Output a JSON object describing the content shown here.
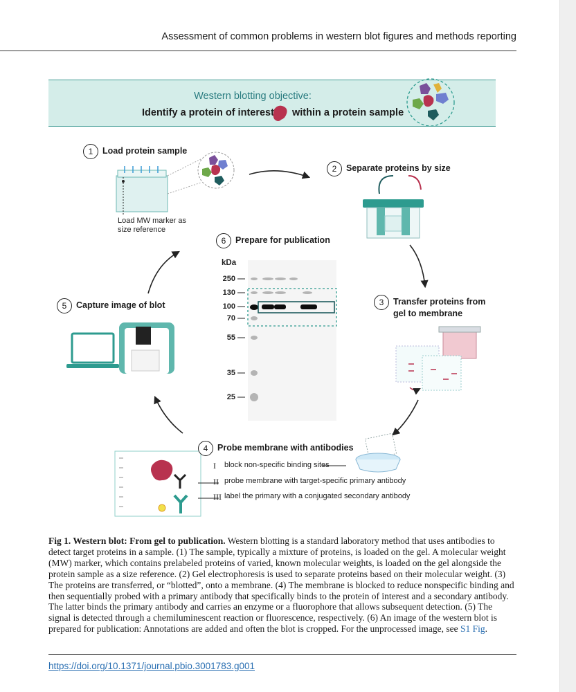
{
  "header": {
    "running_title": "Assessment of common problems in western blot figures and methods reporting"
  },
  "banner": {
    "title": "Western blotting objective:",
    "subtitle_part1": "Identify a protein of interest",
    "subtitle_part2": "within a protein sample"
  },
  "steps": [
    {
      "num": "1",
      "label": "Load protein sample"
    },
    {
      "num": "2",
      "label": "Separate proteins by size"
    },
    {
      "num": "3",
      "label": "Transfer proteins from gel to membrane"
    },
    {
      "num": "4",
      "label": "Probe membrane with antibodies"
    },
    {
      "num": "5",
      "label": "Capture image of blot"
    },
    {
      "num": "6",
      "label": "Prepare for publication"
    }
  ],
  "notes": {
    "mw_marker": "Load MW marker as size reference"
  },
  "blot": {
    "unit": "kDa",
    "markers": [
      "250",
      "130",
      "100",
      "70",
      "55",
      "35",
      "25"
    ]
  },
  "probe_steps": [
    {
      "roman": "I",
      "text": "block non-specific binding sites"
    },
    {
      "roman": "II",
      "text": "probe membrane with target-specific primary antibody"
    },
    {
      "roman": "III",
      "text": "label the primary with a conjugated secondary antibody"
    }
  ],
  "caption": {
    "label": "Fig 1. Western blot: From gel to publication.",
    "text": " Western blotting is a standard laboratory method that uses antibodies to detect target proteins in a sample. (1) The sample, typically a mixture of proteins, is loaded on the gel. A molecular weight (MW) marker, which contains prelabeled proteins of varied, known molecular weights, is loaded on the gel alongside the protein sample as a size reference. (2) Gel electrophoresis is used to separate proteins based on their molecular weight. (3) The proteins are transferred, or “blotted”, onto a membrane. (4) The membrane is blocked to reduce nonspecific binding and then sequentially probed with a primary antibody that specifically binds to the protein of interest and a secondary antibody. The latter binds the primary antibody and carries an enzyme or a fluorophore that allows subsequent detection. (5) The signal is detected through a chemiluminescent reaction or fluorescence, respectively. (6) An image of the western blot is prepared for publication: Annotations are added and often the blot is cropped. For the unprocessed image, see ",
    "link": "S1 Fig",
    "end": "."
  },
  "doi": "https://doi.org/10.1371/journal.pbio.3001783.g001",
  "colors": {
    "teal": "#2d9b8f",
    "dark_teal": "#1f5c5e",
    "magenta": "#b8324f",
    "banner_bg": "#d4ede9",
    "link": "#2a6fb2"
  }
}
